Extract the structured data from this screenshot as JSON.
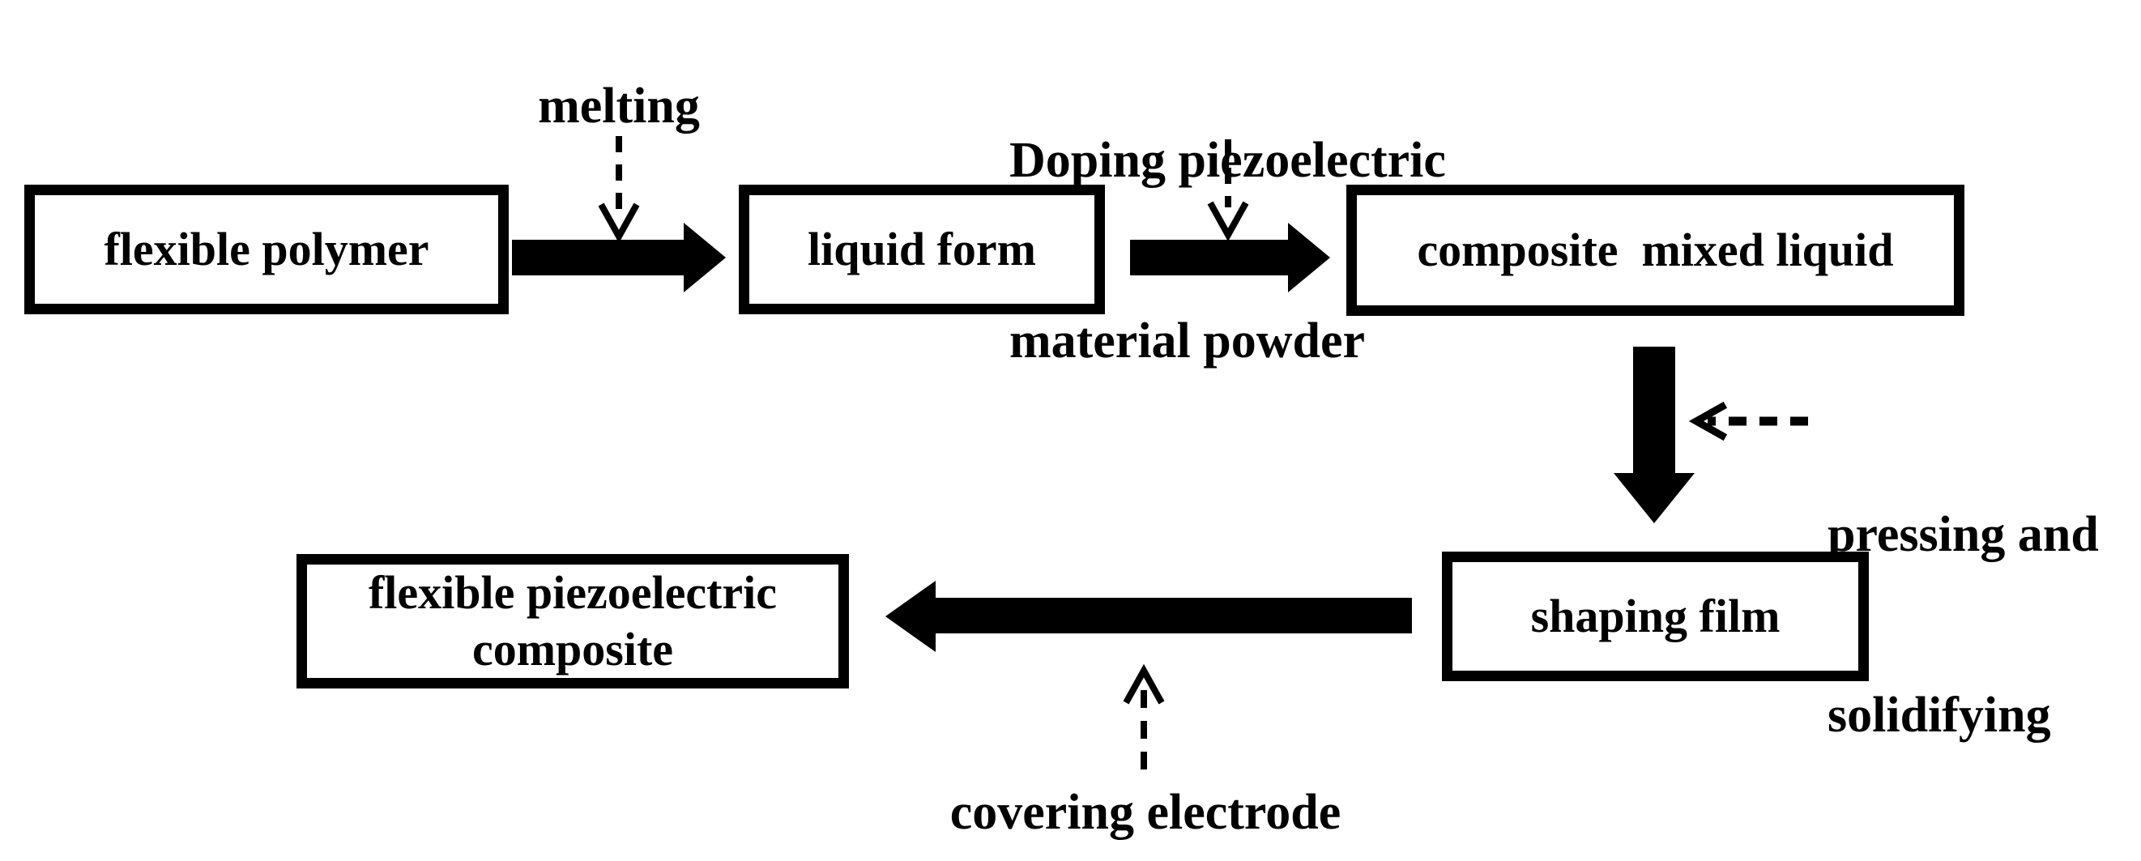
{
  "figure": {
    "background_color": "#ffffff",
    "ink_color": "#000000",
    "nodes": {
      "flexible_polymer": "flexible polymer",
      "liquid_form": "liquid form",
      "composite_mixed_liquid": "composite  mixed liquid",
      "shaping_film": "shaping film",
      "flexible_piezoelectric_composite": "flexible piezoelectric composite"
    },
    "labels": {
      "melting": "melting",
      "doping_line1": "Doping piezoelectric",
      "doping_line2": "material powder",
      "pressing_line1": "pressing and",
      "pressing_line2": "solidifying",
      "covering_electrode": "covering electrode"
    },
    "arrows": {
      "polymer_to_liquid": "solid-right",
      "liquid_to_composite": "solid-right",
      "composite_to_shaping": "solid-down",
      "shaping_to_flexible": "solid-left",
      "melting_pointer": "dashed-down",
      "doping_pointer": "dashed-down",
      "pressing_pointer": "dashed-left",
      "covering_pointer": "dashed-up"
    }
  }
}
